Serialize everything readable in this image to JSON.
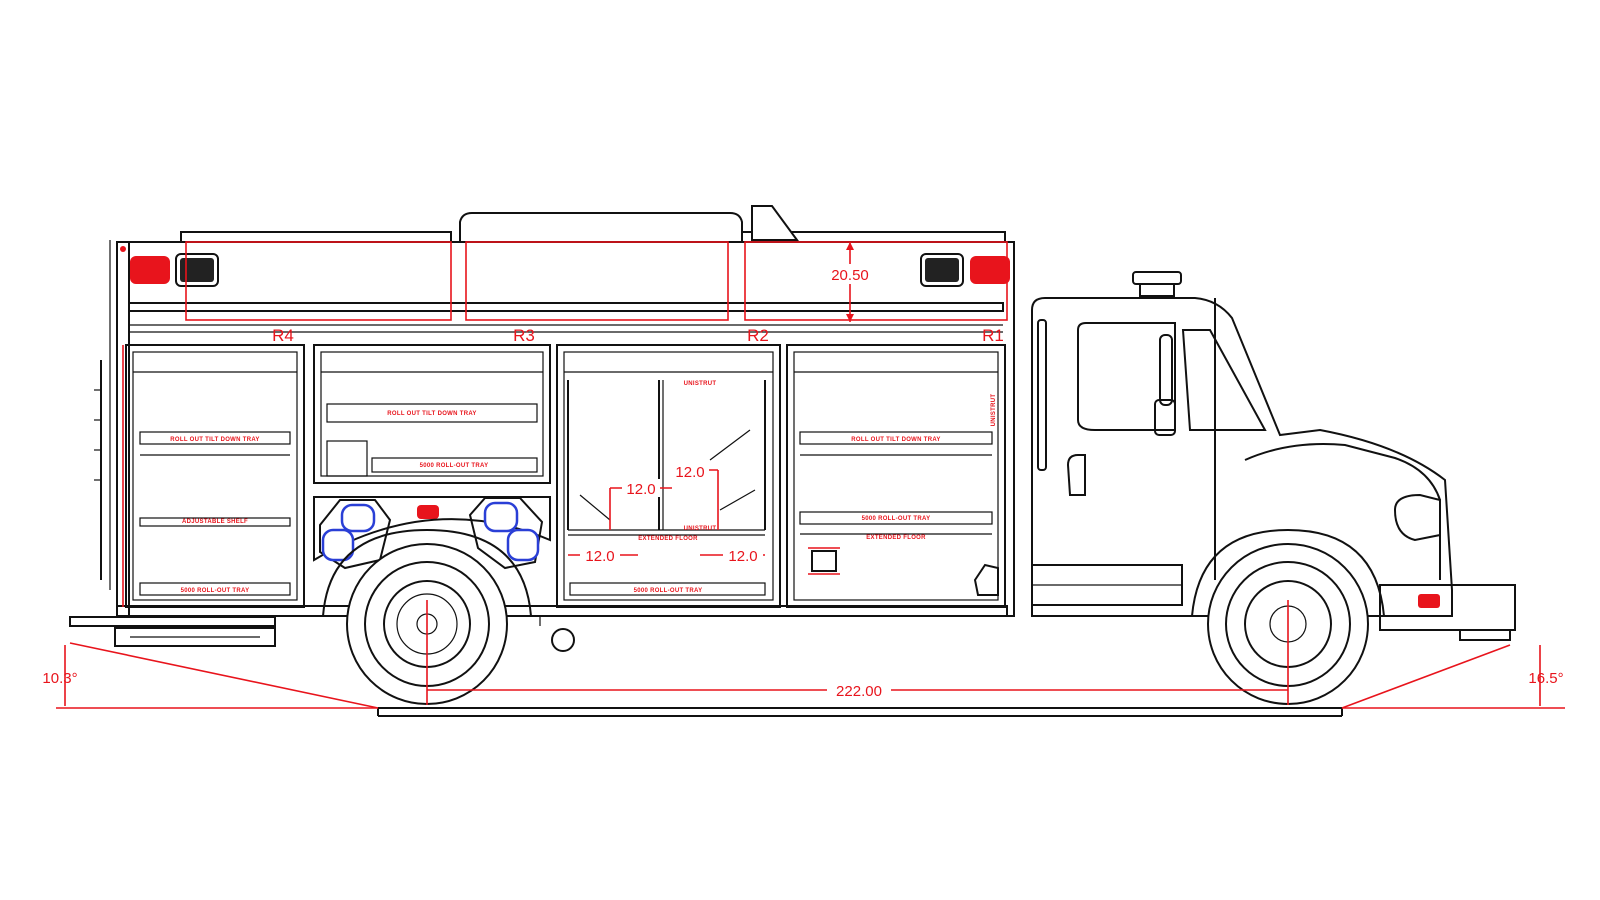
{
  "compartments": {
    "r4": "R4",
    "r3": "R3",
    "r2": "R2",
    "r1": "R1"
  },
  "dimensions": {
    "height_top": "20.50",
    "wheelbase": "222.00",
    "angle_rear": "10.3°",
    "angle_front": "16.5°",
    "r2_spacing_a": "12.0",
    "r2_spacing_b": "12.0",
    "r2_floor_left": "12.0",
    "r2_floor_right": "12.0"
  },
  "labels": {
    "r4_tray_top": "ROLL OUT TILT DOWN TRAY",
    "r4_shelf": "ADJUSTABLE SHELF",
    "r4_tray_bottom": "5000  ROLL-OUT TRAY",
    "r3_tray_top": "ROLL OUT TILT DOWN TRAY",
    "r3_tray_bottom": "5000  ROLL-OUT TRAY",
    "r2_unistrut_top": "UNISTRUT",
    "r2_unistrut_mid": "UNISTRUT",
    "r2_floor": "EXTENDED FLOOR",
    "r2_tray_bottom": "5000  ROLL-OUT TRAY",
    "r1_tray_top": "ROLL OUT TILT DOWN TRAY",
    "r1_tray_mid": "5000  ROLL-OUT TRAY",
    "r1_floor": "EXTENDED FLOOR",
    "unistrut_side": "UNISTRUT"
  },
  "colors": {
    "line": "#111111",
    "dimension": "#e8141c",
    "warning_light": "#e8141c",
    "scba_bottle": "#2a3fd6"
  }
}
